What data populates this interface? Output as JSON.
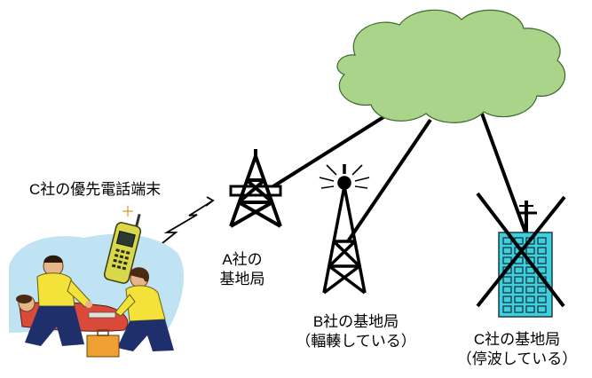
{
  "labels": {
    "c_terminal": "C社の優先電話端末",
    "a_station_line1": "A社の",
    "a_station_line2": "基地局",
    "b_station_line1": "B社の基地局",
    "b_station_line2": "（輻輳している）",
    "c_station_line1": "C社の基地局",
    "c_station_line2": "（停波している）"
  },
  "colors": {
    "cloud_fill": "#a9d48a",
    "building_fill": "#3fd0e0",
    "cross": "#000000",
    "jacket_yellow": "#f2e23a",
    "jacket_navy": "#1f2f6b",
    "phone_yellow": "#d8d84a",
    "backdrop_blue": "#bfe3f3"
  },
  "icons": {
    "network_cloud": "cloud-icon",
    "tower_a": "lattice-tower-icon",
    "tower_b": "broadcast-tower-icon",
    "building_c": "building-icon",
    "phone": "mobile-phone-icon",
    "signal": "lightning-signal-icon",
    "rescuers": "paramedics-scene-icon"
  }
}
